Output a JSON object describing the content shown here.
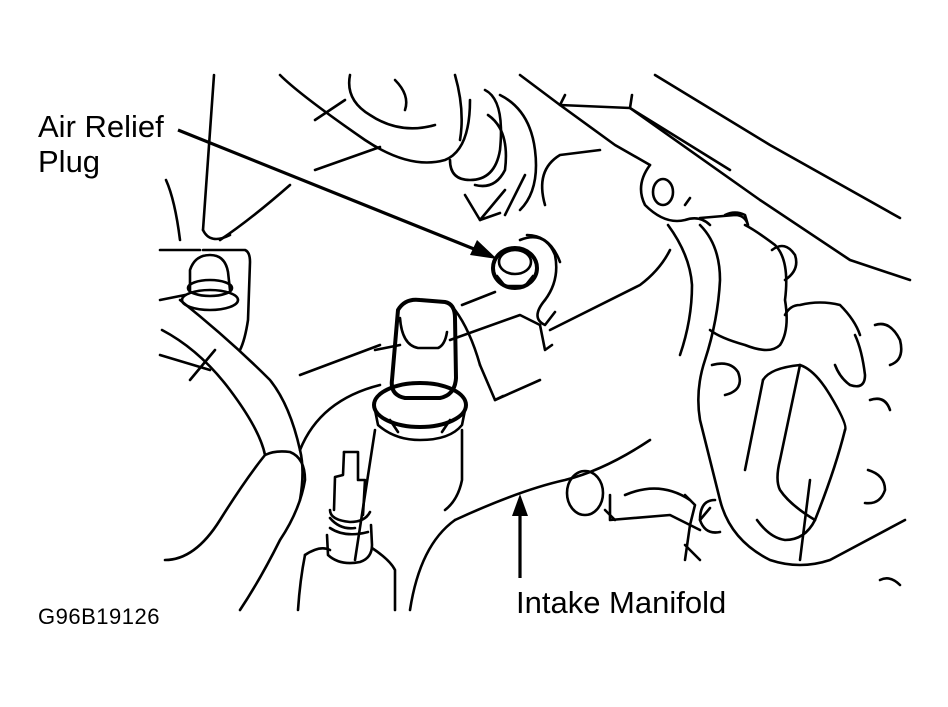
{
  "figure": {
    "id_code": "G96B19126",
    "type": "technical line drawing",
    "subject": "engine intake manifold area"
  },
  "callouts": [
    {
      "key": "air_relief_plug",
      "lines": [
        "Air Relief",
        "Plug"
      ],
      "points_to": "hex plug on coolant passage"
    },
    {
      "key": "intake_manifold",
      "lines": [
        "Intake Manifold"
      ],
      "points_to": "intake manifold body"
    }
  ],
  "colors": {
    "ink": "#000000",
    "background": "#ffffff"
  }
}
